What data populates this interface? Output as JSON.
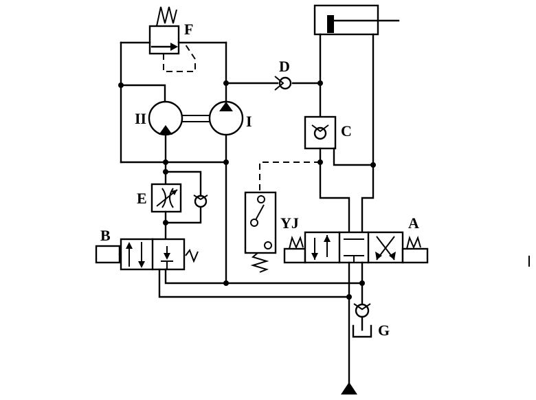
{
  "labels": {
    "F": "F",
    "D": "D",
    "II": "II",
    "I": "I",
    "C": "C",
    "E": "E",
    "YJ": "YJ",
    "A": "A",
    "B": "B",
    "G": "G"
  }
}
